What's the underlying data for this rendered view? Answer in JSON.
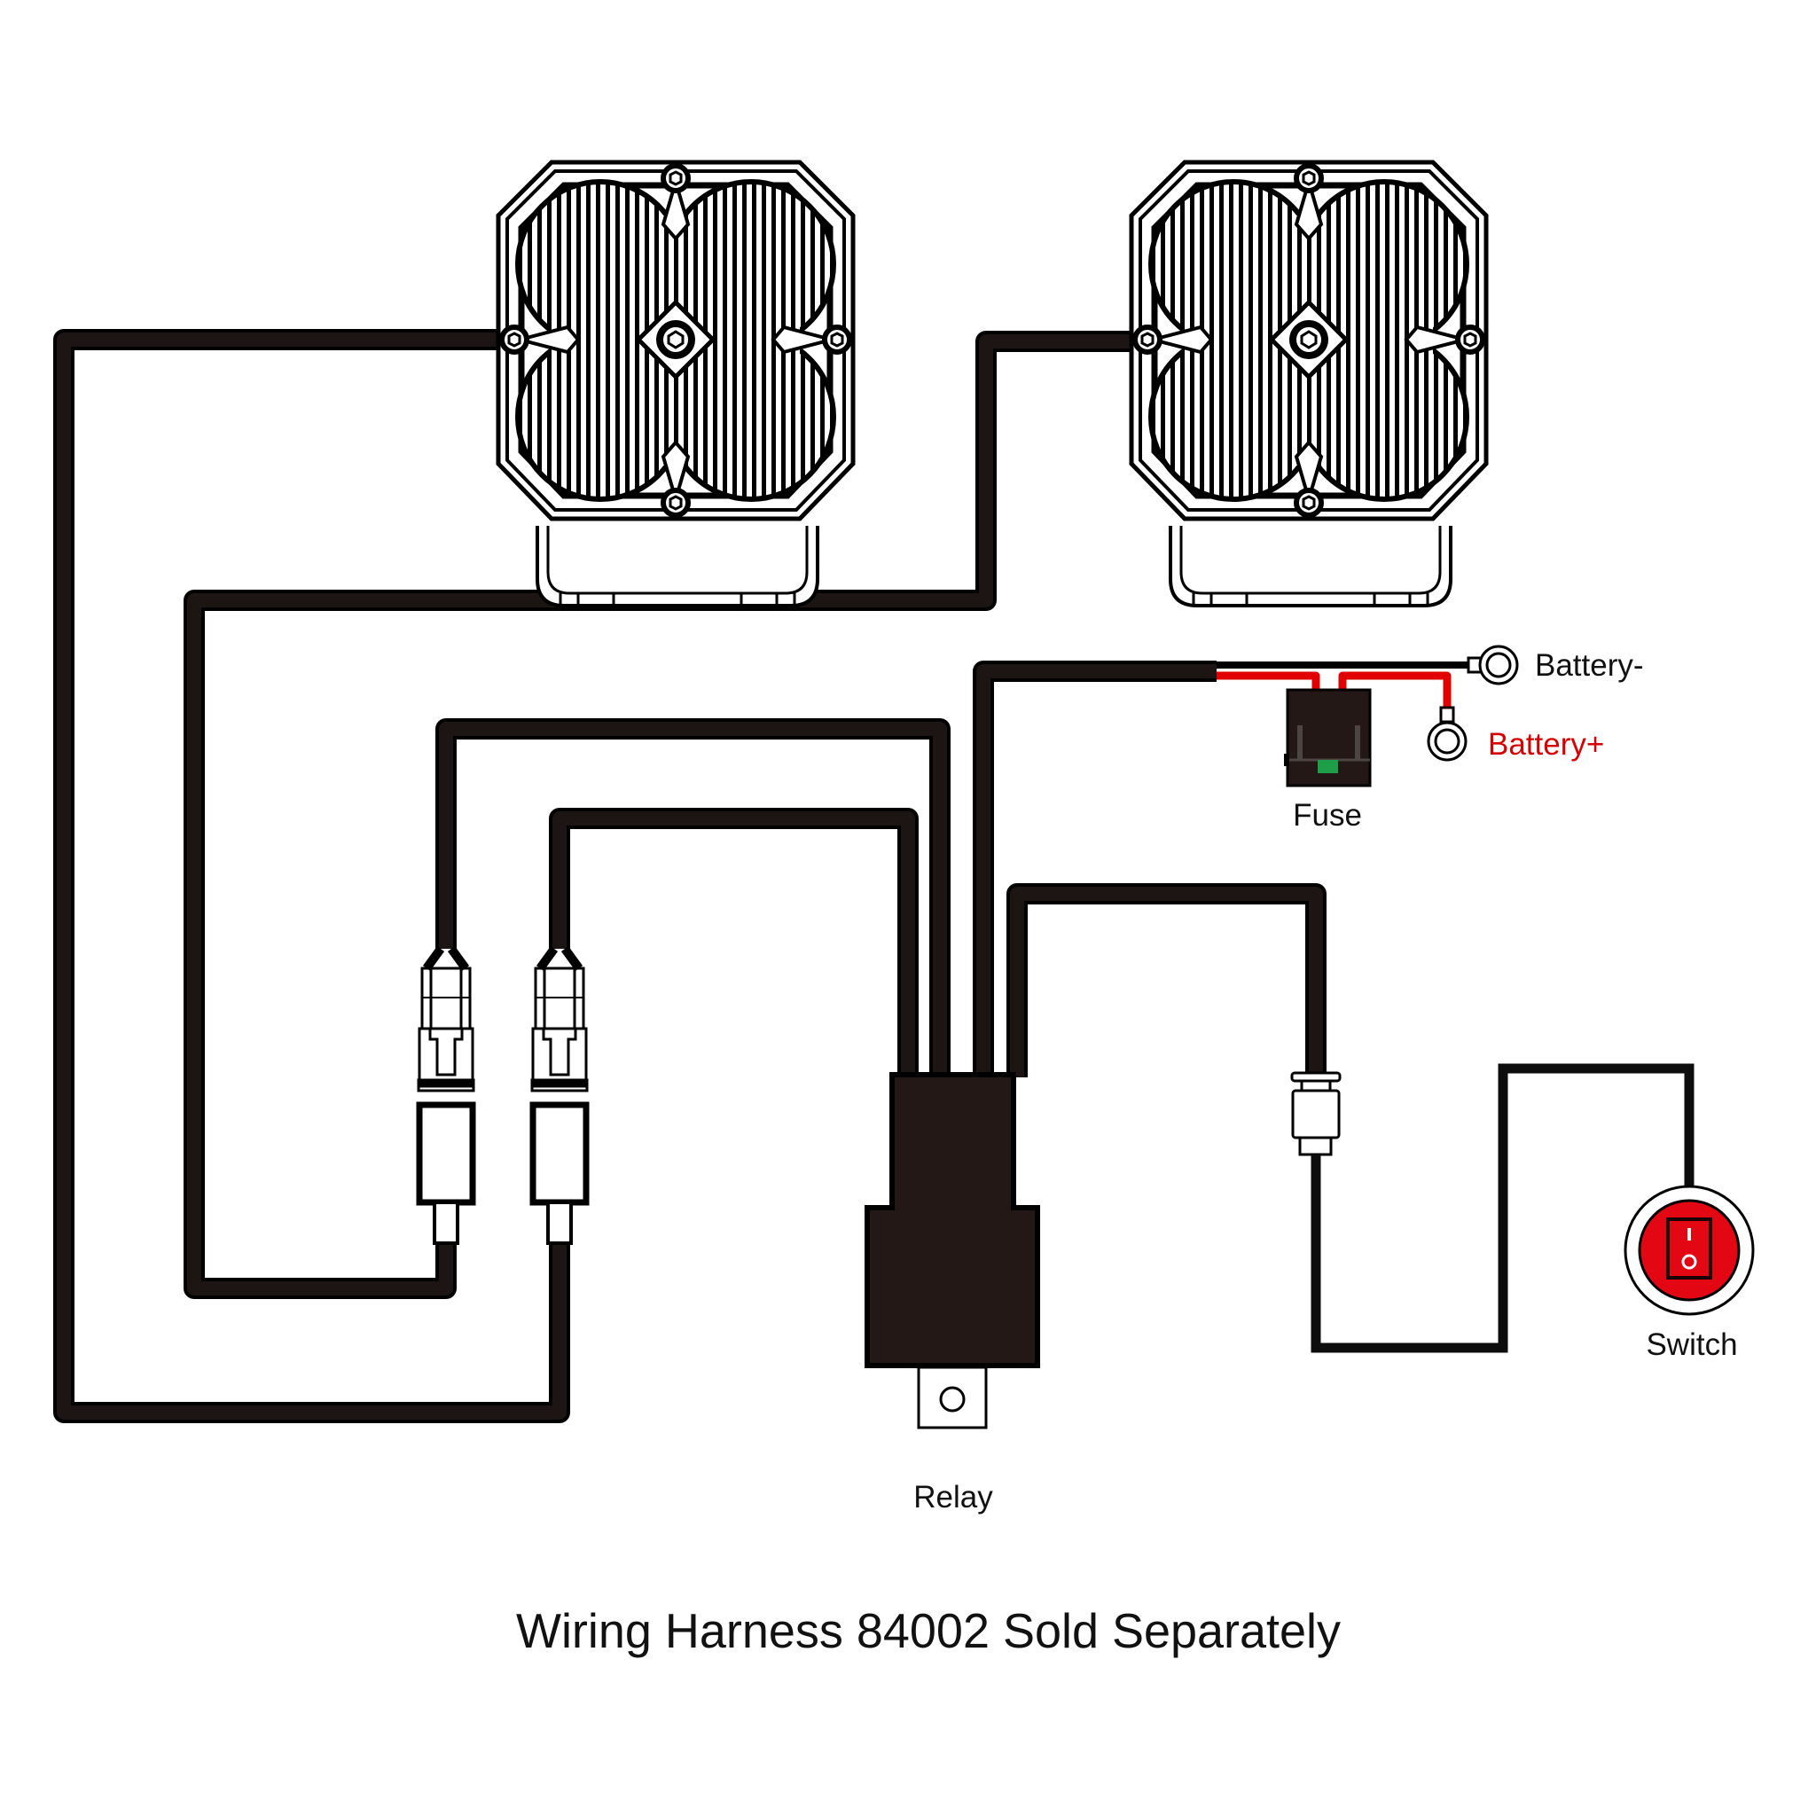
{
  "diagram": {
    "title": "Wiring Harness 84002 Sold Separately",
    "labels": {
      "battery_negative": "Battery-",
      "battery_positive": "Battery+",
      "fuse": "Fuse",
      "relay": "Relay",
      "switch": "Switch"
    },
    "components": [
      {
        "id": "light-1",
        "type": "square LED pod light",
        "icon": "light-pod-icon"
      },
      {
        "id": "light-2",
        "type": "square LED pod light",
        "icon": "light-pod-icon"
      },
      {
        "id": "connector-1",
        "type": "DT plug connector",
        "icon": "connector-icon"
      },
      {
        "id": "connector-2",
        "type": "DT plug connector",
        "icon": "connector-icon"
      },
      {
        "id": "relay",
        "type": "relay",
        "icon": "relay-icon"
      },
      {
        "id": "fuse",
        "type": "inline blade fuse",
        "icon": "fuse-icon"
      },
      {
        "id": "switch-connector",
        "type": "inline connector",
        "icon": "connector-icon"
      },
      {
        "id": "switch",
        "type": "round rocker switch",
        "icon": "rocker-switch-icon",
        "state_marks": [
          "I",
          "O"
        ]
      },
      {
        "id": "battery-negative-terminal",
        "type": "ring terminal",
        "icon": "ring-terminal-icon"
      },
      {
        "id": "battery-positive-terminal",
        "type": "ring terminal",
        "icon": "ring-terminal-icon"
      }
    ],
    "colors": {
      "wire": "#1c1513",
      "positive_wire": "#e00000",
      "positive_label": "#d40000",
      "switch_red": "#e30613",
      "fuse_tab": "#1f9e4a",
      "relay_body": "#231815"
    }
  }
}
